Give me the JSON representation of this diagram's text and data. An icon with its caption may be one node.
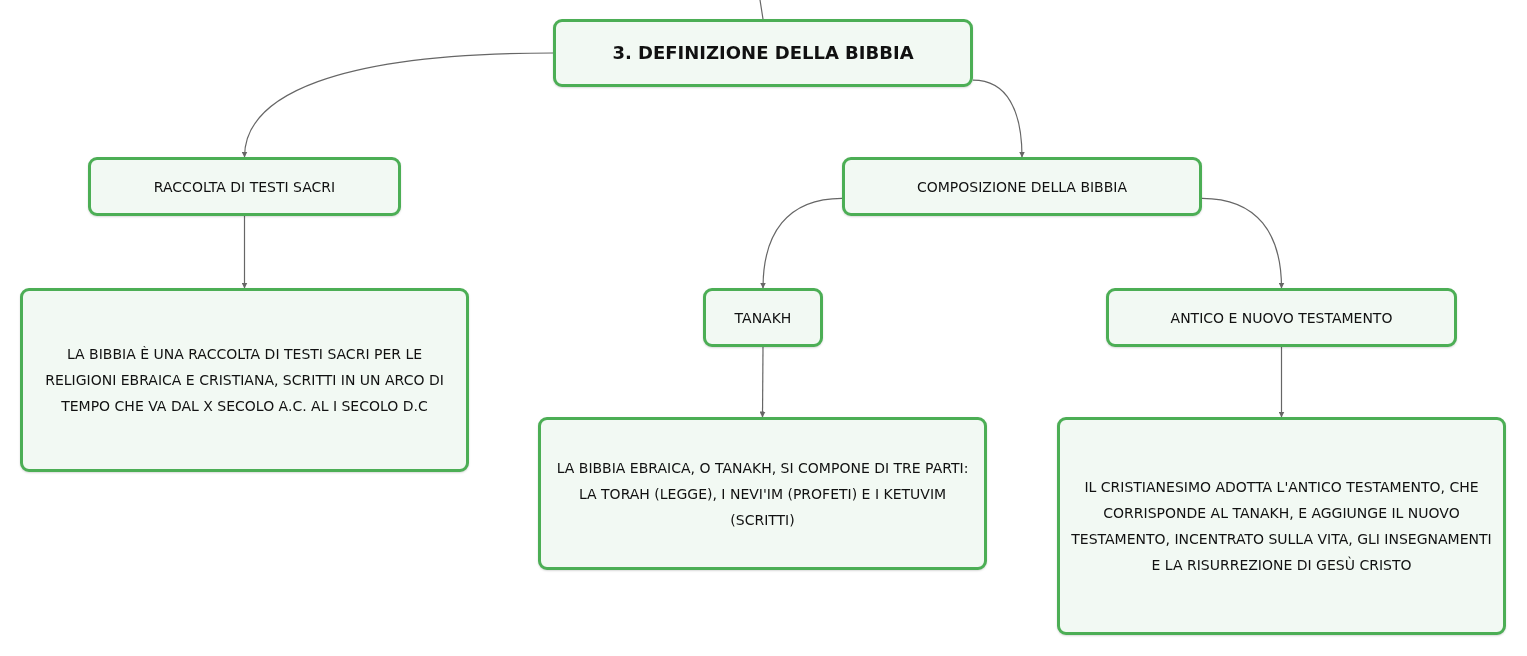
{
  "diagram": {
    "nodes": [
      {
        "text": [
          "3. DEFINIZIONE DELLA BIBBIA"
        ]
      },
      {
        "text": [
          "RACCOLTA DI TESTI SACRI"
        ]
      },
      {
        "text": [
          "COMPOSIZIONE DELLA BIBBIA"
        ]
      },
      {
        "text": [
          "LA BIBBIA È UNA RACCOLTA DI TESTI SACRI PER LE RELIGIONI EBRAICA E CRISTIANA, SCRITTI IN UN ARCO DI TEMPO CHE VA DAL X SECOLO A.C. AL I SECOLO D.C"
        ]
      },
      {
        "text": [
          "TANAKH"
        ]
      },
      {
        "text": [
          "ANTICO E NUOVO TESTAMENTO"
        ]
      },
      {
        "text": [
          "LA BIBBIA EBRAICA, O TANAKH, SI COMPONE DI TRE PARTI: LA TORAH (LEGGE), I NEVI'IM (PROFETI) E I KETUVIM (SCRITTI)"
        ]
      },
      {
        "text": [
          "IL CRISTIANESIMO ADOTTA L'ANTICO TESTAMENTO, CHE CORRISPONDE AL TANAKH, E AGGIUNGE IL NUOVO TESTAMENTO, INCENTRATO SULLA VITA, GLI INSEGNAMENTI E LA RISURREZIONE DI GESÙ CRISTO"
        ]
      }
    ],
    "edges": [
      {
        "from": null,
        "to": 0,
        "arrow": "none"
      },
      {
        "from": 0,
        "to": 1,
        "arrow": "to"
      },
      {
        "from": 0,
        "to": 2,
        "arrow": "to"
      },
      {
        "from": 1,
        "to": 3,
        "arrow": "to"
      },
      {
        "from": 2,
        "to": 4,
        "arrow": "to"
      },
      {
        "from": 2,
        "to": 5,
        "arrow": "to"
      },
      {
        "from": 4,
        "to": 6,
        "arrow": "to"
      },
      {
        "from": 5,
        "to": 7,
        "arrow": "to"
      }
    ]
  }
}
